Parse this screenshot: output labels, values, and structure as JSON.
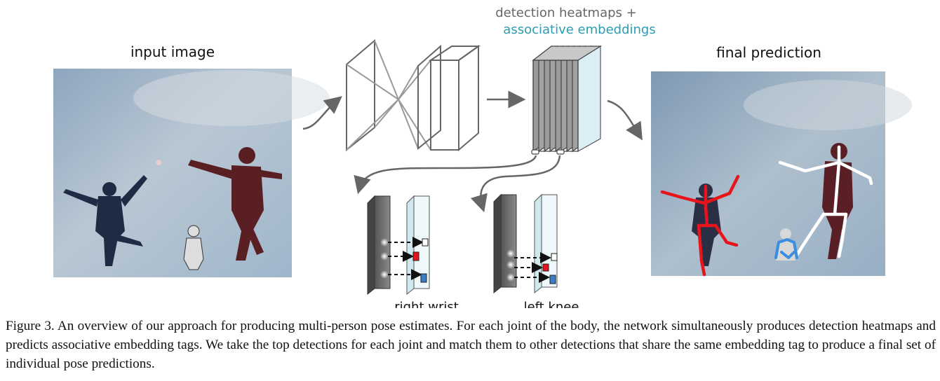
{
  "figure": {
    "input_label": "input image",
    "output_label": "final prediction",
    "heatmap_label": "detection heatmaps +",
    "embedding_label": "associative embeddings",
    "wrist_label": "right wrist",
    "knee_label": "left knee"
  },
  "caption": "Figure 3. An overview of our approach for producing multi-person pose estimates. For each joint of the body, the network simultaneously produces detection heatmaps and predicts associative embedding tags. We take the top detections for each joint and match them to other detections that share the same embedding tag to produce a final set of individual pose predictions.",
  "colors": {
    "embedding_text": "#2a9db0",
    "heatmap_text": "#666666",
    "arrow": "#666666",
    "person_red": "#e8141c",
    "person_white": "#ffffff",
    "person_blue": "#3a8de0"
  }
}
